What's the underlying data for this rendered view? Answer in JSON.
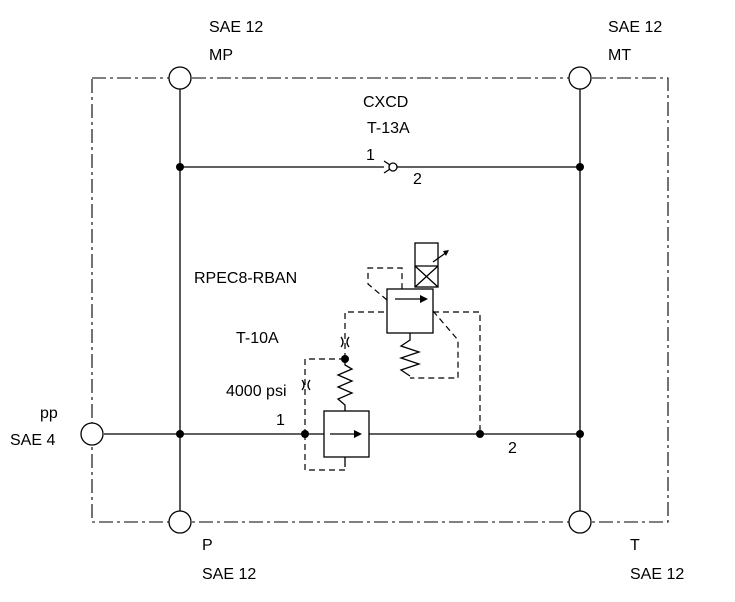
{
  "ports": {
    "mp": {
      "size": "SAE 12",
      "name": "MP"
    },
    "mt": {
      "size": "SAE 12",
      "name": "MT"
    },
    "pp": {
      "name": "pp",
      "size": "SAE 4"
    },
    "p": {
      "name": "P",
      "size": "SAE 12"
    },
    "t": {
      "name": "T",
      "size": "SAE 12"
    }
  },
  "check_valve": {
    "model": "CXCD",
    "cavity": "T-13A",
    "port_1": "1",
    "port_2": "2"
  },
  "relief_valve": {
    "model": "RPEC8-RBAN",
    "cavity": "T-10A",
    "setting": "4000 psi",
    "port_1": "1",
    "port_2": "2"
  },
  "colors": {
    "line": "#000000",
    "background": "#ffffff"
  }
}
